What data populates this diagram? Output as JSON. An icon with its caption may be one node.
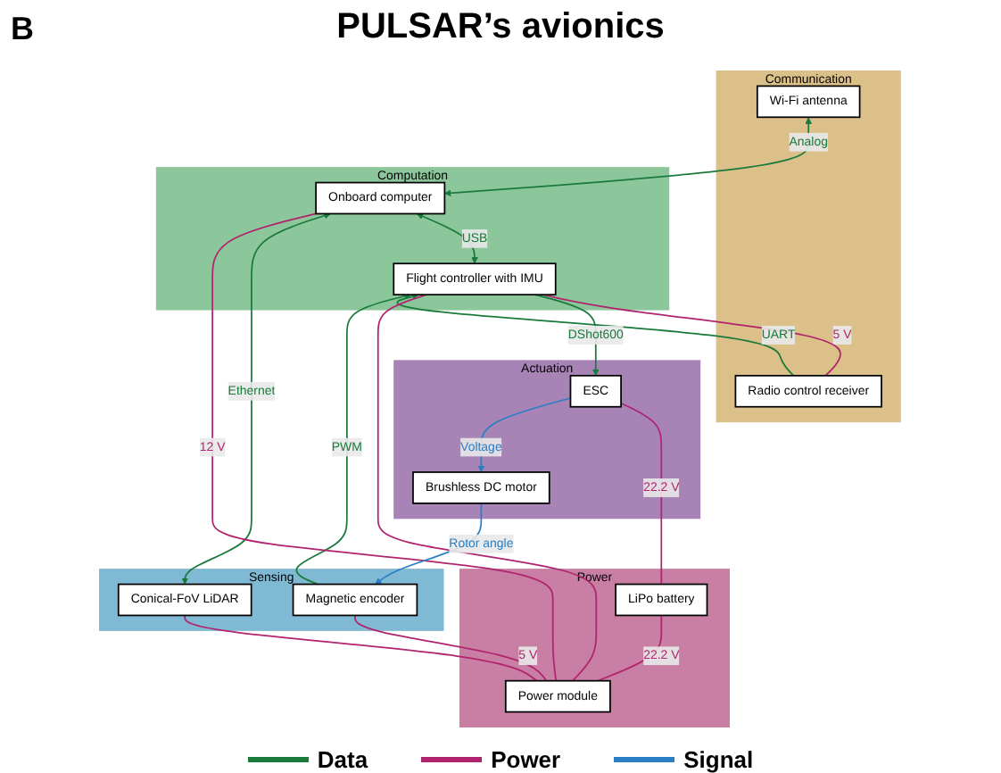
{
  "diagram": {
    "title": "PULSAR’s avionics",
    "nodes": [
      {
        "text": [
          "Communication"
        ]
      },
      {
        "text": [
          "Wi-Fi antenna"
        ],
        "in": 0
      },
      {
        "text": [
          "Radio control receiver"
        ],
        "in": 0
      },
      {
        "text": [
          "Computation"
        ]
      },
      {
        "text": [
          "Onboard computer"
        ],
        "in": 3
      },
      {
        "text": [
          "Flight controller with IMU"
        ],
        "in": 3
      },
      {
        "text": [
          "Sensing"
        ]
      },
      {
        "text": [
          "Conical-FoV LiDAR"
        ],
        "in": 6
      },
      {
        "text": [
          "Magnetic encoder"
        ],
        "in": 6
      },
      {
        "text": [
          "Power"
        ]
      },
      {
        "text": [
          "Power module"
        ],
        "in": 9
      },
      {
        "text": [
          "LiPo battery"
        ],
        "in": 9
      },
      {
        "text": [
          "Actuation"
        ]
      },
      {
        "text": [
          "Brushless DC motor"
        ],
        "in": 12
      },
      {
        "text": [
          "ESC"
        ],
        "in": 12
      }
    ],
    "edges": [
      {
        "from": 1,
        "to": 4,
        "arrow": "both",
        "label": "Analog",
        "color": "#1a7a3c"
      },
      {
        "from": 2,
        "to": 5,
        "arrow": "to",
        "label": "UART",
        "color": "#1a7a3c"
      },
      {
        "from": 2,
        "to": 5,
        "arrow": "none",
        "label": "5 V",
        "color": "#b0246e"
      },
      {
        "from": 4,
        "to": 5,
        "arrow": "both",
        "label": "USB",
        "color": "#1a7a3c"
      },
      {
        "from": 4,
        "to": 7,
        "arrow": "both",
        "label": "Ethernet",
        "color": "#1a7a3c"
      },
      {
        "from": 8,
        "to": 5,
        "arrow": "to",
        "label": "PWM",
        "color": "#1a7a3c"
      },
      {
        "from": 5,
        "to": 14,
        "arrow": "to",
        "label": "DShot600",
        "color": "#1a7a3c"
      },
      {
        "from": 10,
        "to": 4,
        "arrow": "none",
        "label": "12 V",
        "color": "#b0246e"
      },
      {
        "from": 10,
        "to": 7,
        "arrow": "none",
        "color": "#b0246e"
      },
      {
        "from": 10,
        "to": 8,
        "arrow": "none",
        "label": "5 V",
        "color": "#b0246e"
      },
      {
        "from": 10,
        "to": 5,
        "arrow": "none",
        "color": "#b0246e"
      },
      {
        "from": 10,
        "to": 11,
        "arrow": "none",
        "label": "22.2 V",
        "color": "#b0246e"
      },
      {
        "from": 11,
        "to": 14,
        "arrow": "none",
        "label": "22.2 V",
        "color": "#b0246e"
      },
      {
        "from": 13,
        "to": 8,
        "arrow": "to",
        "label": "Rotor angle",
        "color": "#2a7fc4"
      },
      {
        "from": 14,
        "to": 13,
        "arrow": "to",
        "label": "Voltage",
        "color": "#2a7fc4"
      }
    ],
    "labels": [
      "B"
    ],
    "legend": [
      {
        "text": "Data"
      },
      {
        "text": "Power"
      },
      {
        "text": "Signal"
      }
    ]
  }
}
